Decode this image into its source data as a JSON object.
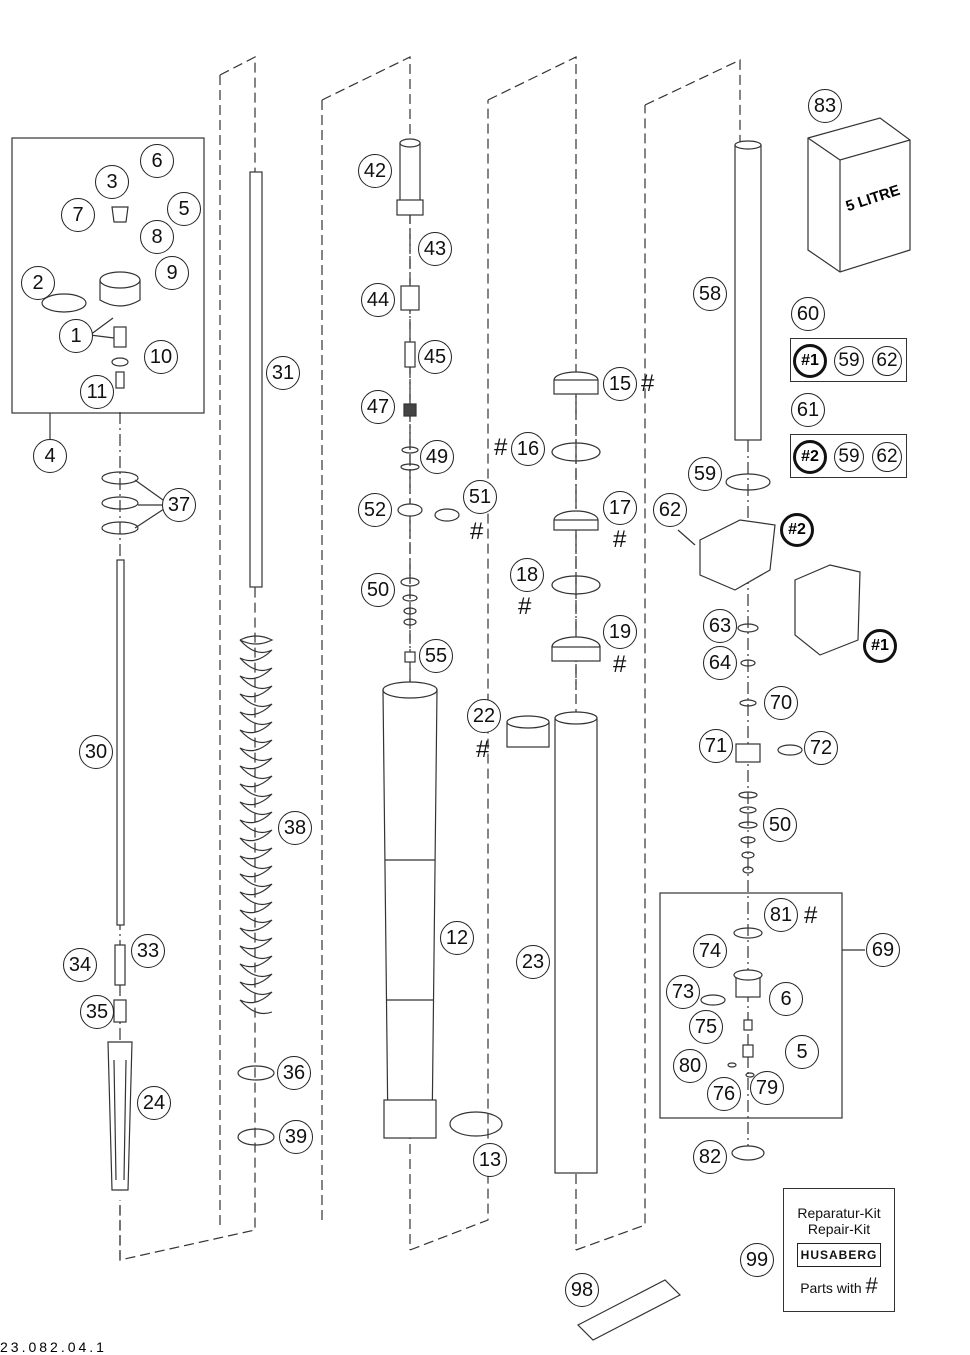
{
  "labels": [
    "1",
    "2",
    "3",
    "4",
    "5",
    "6",
    "7",
    "8",
    "9",
    "10",
    "11",
    "12",
    "13",
    "15",
    "16",
    "17",
    "18",
    "19",
    "22",
    "23",
    "24",
    "30",
    "31",
    "33",
    "34",
    "35",
    "36",
    "37",
    "38",
    "39",
    "42",
    "43",
    "44",
    "45",
    "47",
    "49",
    "50",
    "51",
    "52",
    "55",
    "58",
    "59",
    "60",
    "61",
    "62",
    "63",
    "64",
    "69",
    "70",
    "71",
    "72",
    "73",
    "74",
    "75",
    "76",
    "79",
    "80",
    "81",
    "82",
    "83",
    "98",
    "99"
  ],
  "kits": {
    "kit60": {
      "number": "60",
      "contents": [
        "#1",
        "59",
        "62"
      ]
    },
    "kit61": {
      "number": "61",
      "contents": [
        "#2",
        "59",
        "62"
      ]
    }
  },
  "variant_markers": [
    "#1",
    "#2"
  ],
  "hash": "#",
  "repair_kit": {
    "line1": "Reparatur-Kit",
    "line2": "Repair-Kit",
    "brand": "HUSABERG",
    "line3": "Parts with"
  },
  "oil_can": {
    "text": "5 LITRE"
  },
  "footer": "23.082.04.1"
}
